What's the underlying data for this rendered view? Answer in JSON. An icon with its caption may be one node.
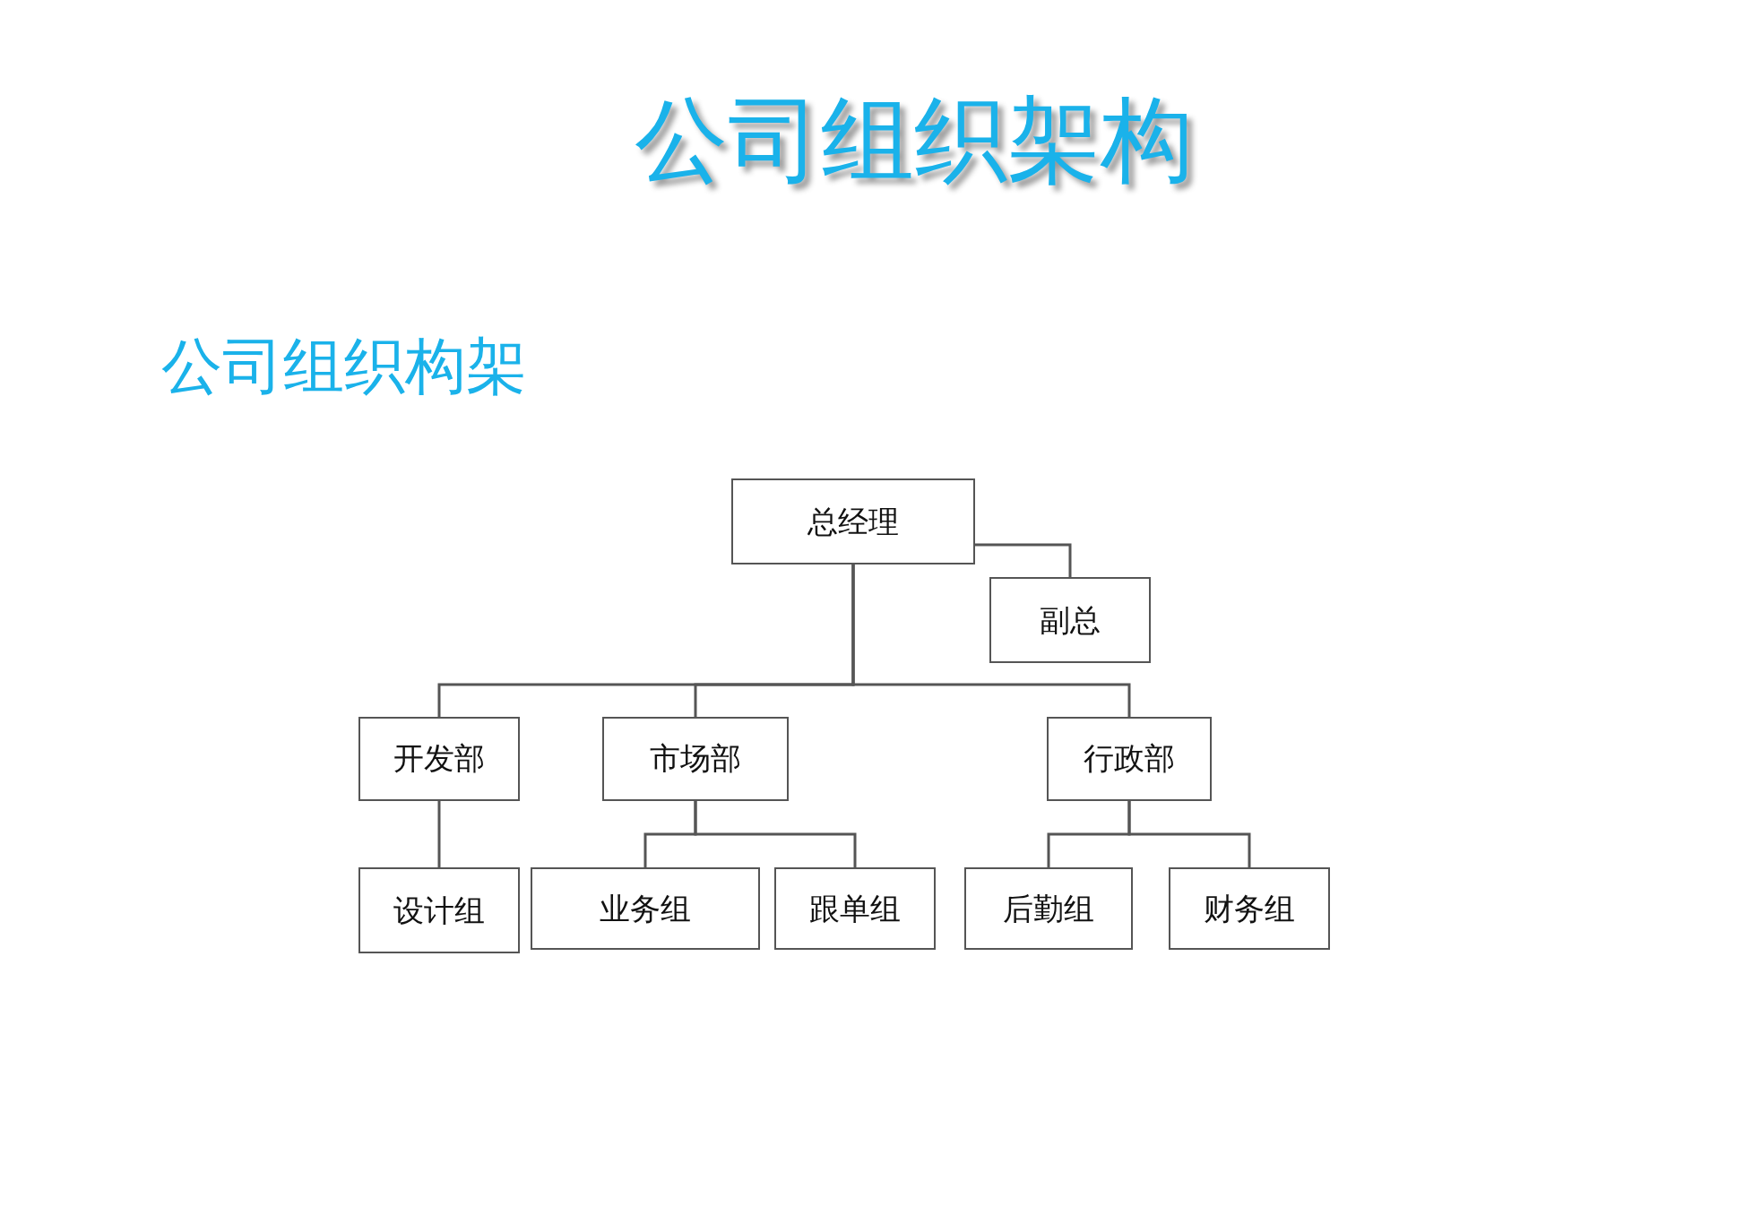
{
  "diagram": {
    "title": "公司组织架构",
    "nodes": [
      {
        "text": [
          "总经理"
        ]
      },
      {
        "text": [
          "副总"
        ]
      },
      {
        "text": [
          "开发部"
        ]
      },
      {
        "text": [
          "市场部"
        ]
      },
      {
        "text": [
          "行政部"
        ]
      },
      {
        "text": [
          "设计组"
        ]
      },
      {
        "text": [
          "业务组"
        ]
      },
      {
        "text": [
          "跟单组"
        ]
      },
      {
        "text": [
          "后勤组"
        ]
      },
      {
        "text": [
          "财务组"
        ]
      }
    ],
    "edges": [
      {
        "from": 0,
        "to": 1,
        "arrow": "none"
      },
      {
        "from": 0,
        "to": 2,
        "arrow": "none"
      },
      {
        "from": 0,
        "to": 3,
        "arrow": "none"
      },
      {
        "from": 0,
        "to": 4,
        "arrow": "none"
      },
      {
        "from": 2,
        "to": 5,
        "arrow": "none"
      },
      {
        "from": 3,
        "to": 6,
        "arrow": "none"
      },
      {
        "from": 3,
        "to": 7,
        "arrow": "none"
      },
      {
        "from": 4,
        "to": 8,
        "arrow": "none"
      },
      {
        "from": 4,
        "to": 9,
        "arrow": "none"
      }
    ],
    "labels": [
      "公司组织构架"
    ]
  }
}
